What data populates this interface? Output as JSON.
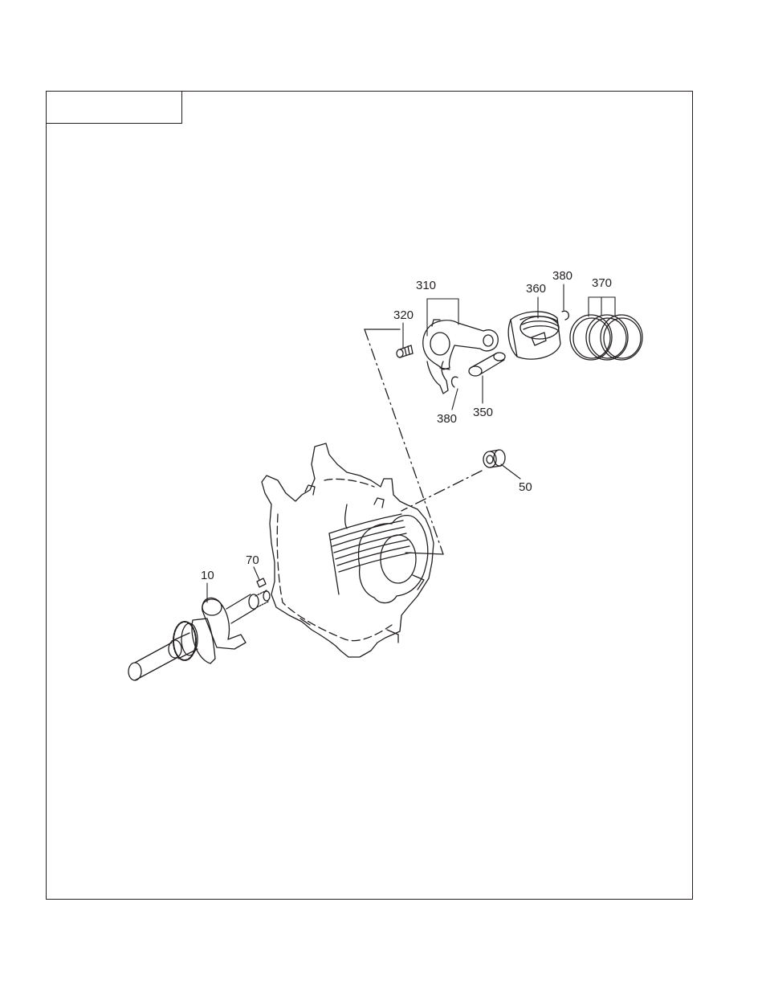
{
  "header": {
    "title": ""
  },
  "callouts": [
    {
      "id": "10",
      "text": "10"
    },
    {
      "id": "50",
      "text": "50"
    },
    {
      "id": "70",
      "text": "70"
    },
    {
      "id": "310",
      "text": "310"
    },
    {
      "id": "320",
      "text": "320"
    },
    {
      "id": "350",
      "text": "350"
    },
    {
      "id": "360",
      "text": "360"
    },
    {
      "id": "370",
      "text": "370"
    },
    {
      "id": "380a",
      "text": "380"
    },
    {
      "id": "380b",
      "text": "380"
    }
  ],
  "colors": {
    "ink": "#231f20",
    "background": "#ffffff"
  }
}
